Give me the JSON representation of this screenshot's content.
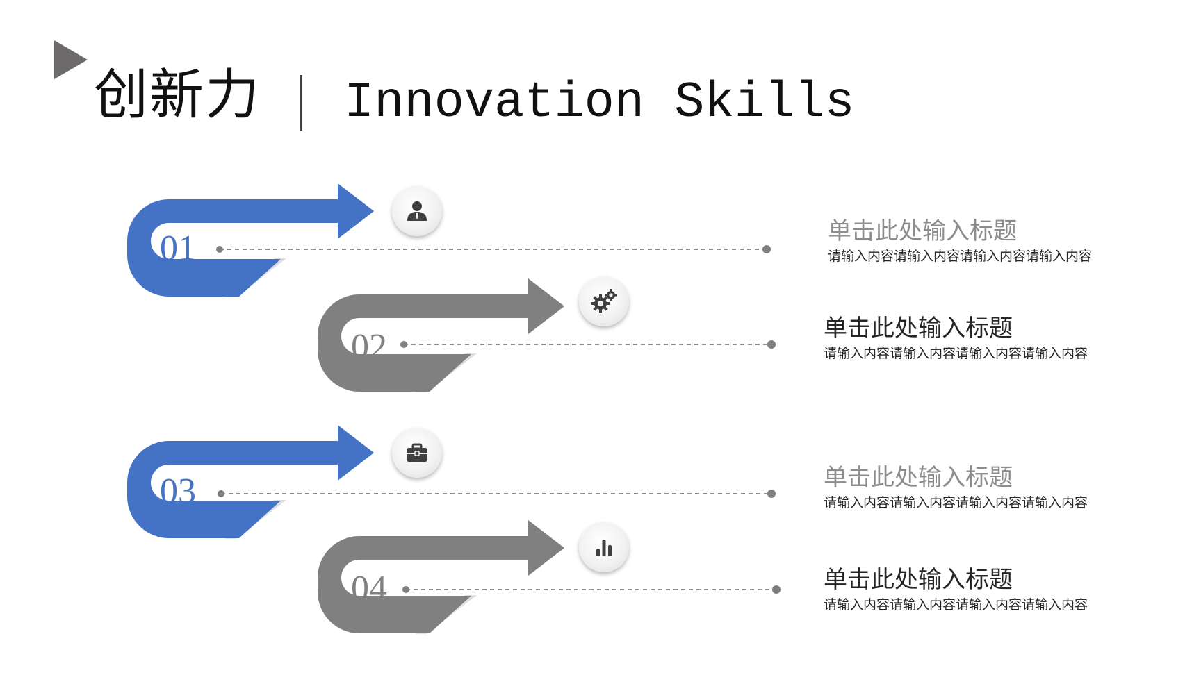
{
  "header": {
    "title_cn": "创新力",
    "separator": "|",
    "title_en": "Innovation Skills"
  },
  "colors": {
    "accent_blue": "#4472c4",
    "accent_gray": "#808080",
    "marker": "#6d6a6b"
  },
  "steps": [
    {
      "number": "01",
      "icon": "person-icon",
      "color": "blue",
      "title": "单击此处输入标题",
      "body": "请输入内容请输入内容请输入内容请输入内容"
    },
    {
      "number": "02",
      "icon": "gears-icon",
      "color": "gray",
      "title": "单击此处输入标题",
      "body": "请输入内容请输入内容请输入内容请输入内容"
    },
    {
      "number": "03",
      "icon": "briefcase-icon",
      "color": "blue",
      "title": "单击此处输入标题",
      "body": "请输入内容请输入内容请输入内容请输入内容"
    },
    {
      "number": "04",
      "icon": "bar-chart-icon",
      "color": "gray",
      "title": "单击此处输入标题",
      "body": "请输入内容请输入内容请输入内容请输入内容"
    }
  ]
}
